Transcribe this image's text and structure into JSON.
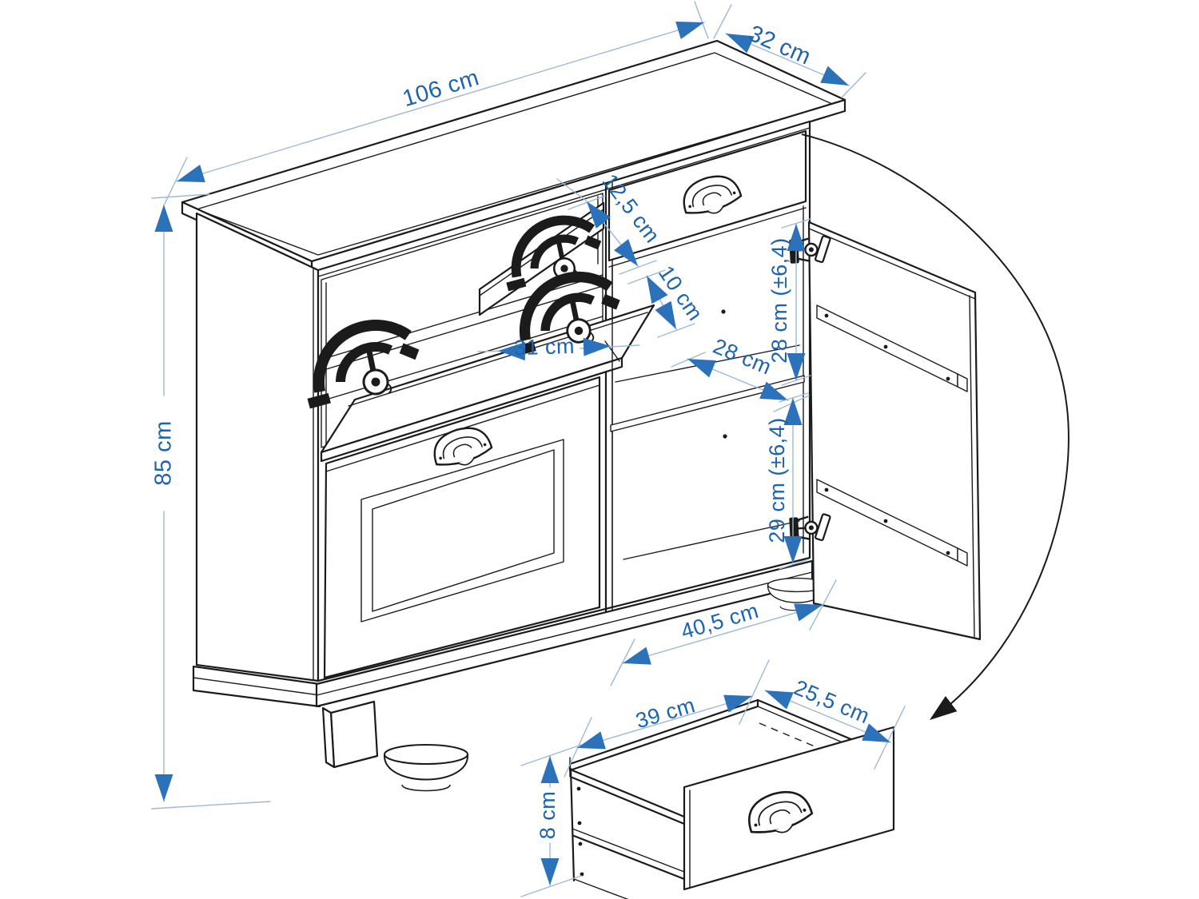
{
  "diagram": {
    "type": "furniture-dimension-drawing",
    "subject": "shoe cabinet with tilting compartments, top drawer and open side door",
    "unit": "cm",
    "colors": {
      "outline": "#1b1b1b",
      "dimension_line": "#9db8d6",
      "dimension_arrow": "#2b72ba",
      "dimension_text": "#1e63ad",
      "background": "#ffffff"
    },
    "dimensions": {
      "total_width": "106 cm",
      "total_depth": "32 cm",
      "total_height": "85 cm",
      "flap_opening_top": "12,5 cm",
      "flap_opening_mid": "10 cm",
      "flap_inner_width": "31 cm",
      "shelf_depth": "28 cm",
      "upper_compartment_height": "28 cm (±6,4)",
      "lower_compartment_height": "29 cm (±6,4)",
      "bottom_inner_width": "40,5 cm",
      "drawer_inner_width": "39 cm",
      "drawer_inner_depth": "25,5 cm",
      "drawer_side_height": "8 cm"
    }
  }
}
